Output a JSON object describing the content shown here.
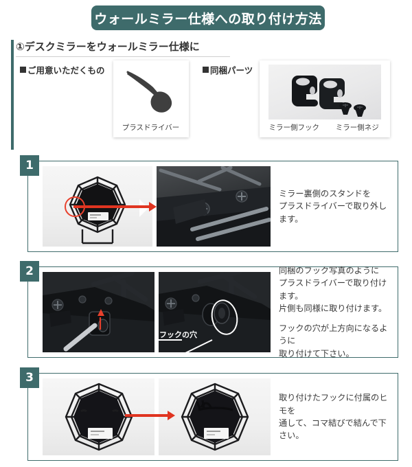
{
  "title": {
    "text": "ウォールミラー仕様への取り付け方法"
  },
  "section": {
    "heading": "①デスクミラーをウォールミラー仕様に",
    "prepare": {
      "label": "ご用意いただくもの",
      "item_caption": "プラスドライバー",
      "icon": "phillips-screwdriver-icon"
    },
    "included": {
      "label": "同梱パーツ",
      "caption_left": "ミラー側フック",
      "caption_right": "ミラー側ネジ"
    }
  },
  "steps": [
    {
      "number": "1",
      "text": "ミラー裏側のスタンドを\nプラスドライバーで取り外します。"
    },
    {
      "number": "2",
      "text_1": "同梱のフック写真のように\nプラスドライバーで取り付けます。\n片側も同様に取り付けます。",
      "text_2": "フックの穴が上方向になるように\n取り付けて下さい。",
      "callout": "フックの穴"
    },
    {
      "number": "3",
      "text": "取り付けたフックに付属のヒモを\n通して、コマ結びで結んで下さい。"
    }
  ],
  "colors": {
    "teal": "#3e6b6b",
    "arrow_red": "#e03420",
    "highlight_red": "#e8402c",
    "text": "#3b3b3b"
  }
}
